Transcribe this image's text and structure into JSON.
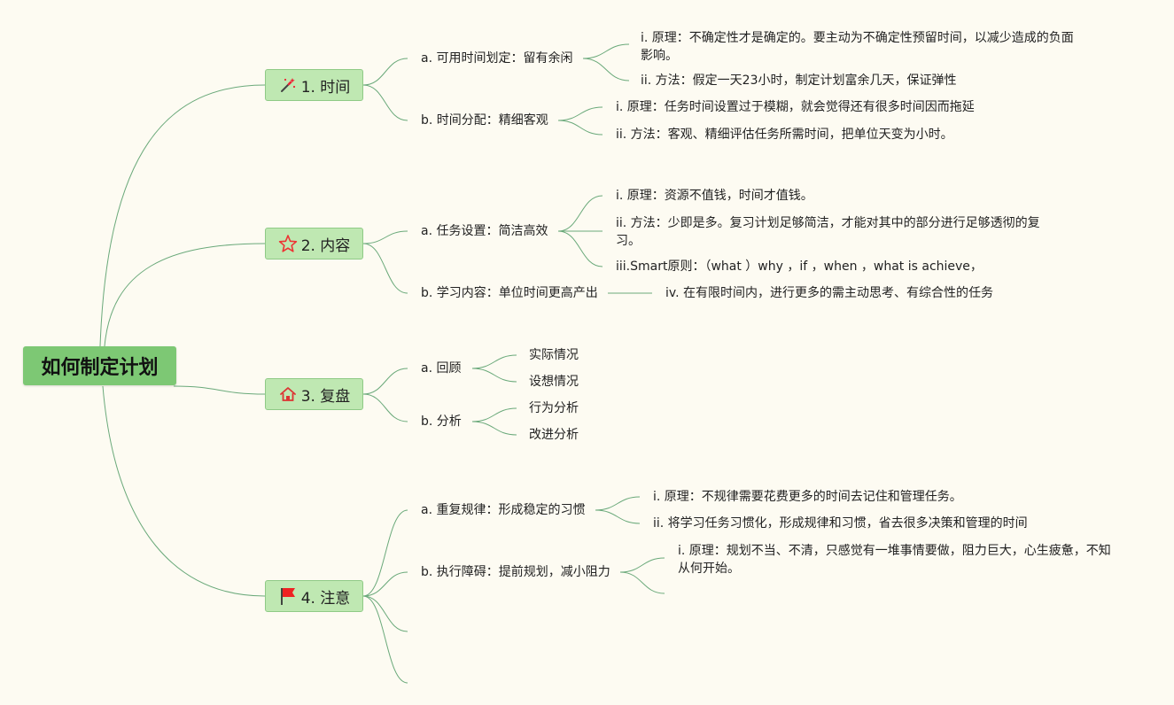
{
  "root": {
    "label": "如何制定计划"
  },
  "branches": [
    {
      "label": "1. 时间",
      "icon": "magic-wand-icon",
      "subs": [
        {
          "label": "a. 可用时间划定：留有余闲",
          "items": [
            "i. 原理：不确定性才是确定的。要主动为不确定性预留时间，以减少造成的负面影响。",
            "ii. 方法：假定一天23小时，制定计划富余几天，保证弹性"
          ]
        },
        {
          "label": "b. 时间分配：精细客观",
          "items": [
            "i. 原理：任务时间设置过于模糊，就会觉得还有很多时间因而拖延",
            "ii. 方法：客观、精细评估任务所需时间，把单位天变为小时。"
          ]
        }
      ]
    },
    {
      "label": "2. 内容",
      "icon": "star-icon",
      "subs": [
        {
          "label": "a. 任务设置：简洁高效",
          "items": [
            "i. 原理：资源不值钱，时间才值钱。",
            "ii. 方法：少即是多。复习计划足够简洁，才能对其中的部分进行足够透彻的复习。",
            "iii.Smart原则：（what ）why ，if ，when ，what is achieve，"
          ]
        },
        {
          "label": "b. 学习内容：单位时间更高产出",
          "items": [
            "iv. 在有限时间内，进行更多的需主动思考、有综合性的任务"
          ]
        }
      ]
    },
    {
      "label": "3. 复盘",
      "icon": "home-icon",
      "subs": [
        {
          "label": "a. 回顾",
          "items": [
            "实际情况",
            "设想情况"
          ]
        },
        {
          "label": "b. 分析",
          "items": [
            "行为分析",
            "改进分析"
          ]
        }
      ]
    },
    {
      "label": "4. 注意",
      "icon": "flag-icon",
      "subs": [
        {
          "label": "a. 重复规律：形成稳定的习惯",
          "items": [
            "i. 原理：不规律需要花费更多的时间去记住和管理任务。",
            "ii. 将学习任务习惯化，形成规律和习惯，省去很多决策和管理的时间"
          ]
        },
        {
          "label": "b. 执行障碍：提前规划，减小阻力",
          "items": [
            "i. 原理：规划不当、不清，只感觉有一堆事情要做，阻力巨大，心生疲惫，不知从何开始。"
          ]
        }
      ]
    }
  ],
  "colors": {
    "link": "#6aa97a",
    "root": "#7dc874",
    "branch": "#bfe8b2",
    "background": "#fdfbf2"
  }
}
